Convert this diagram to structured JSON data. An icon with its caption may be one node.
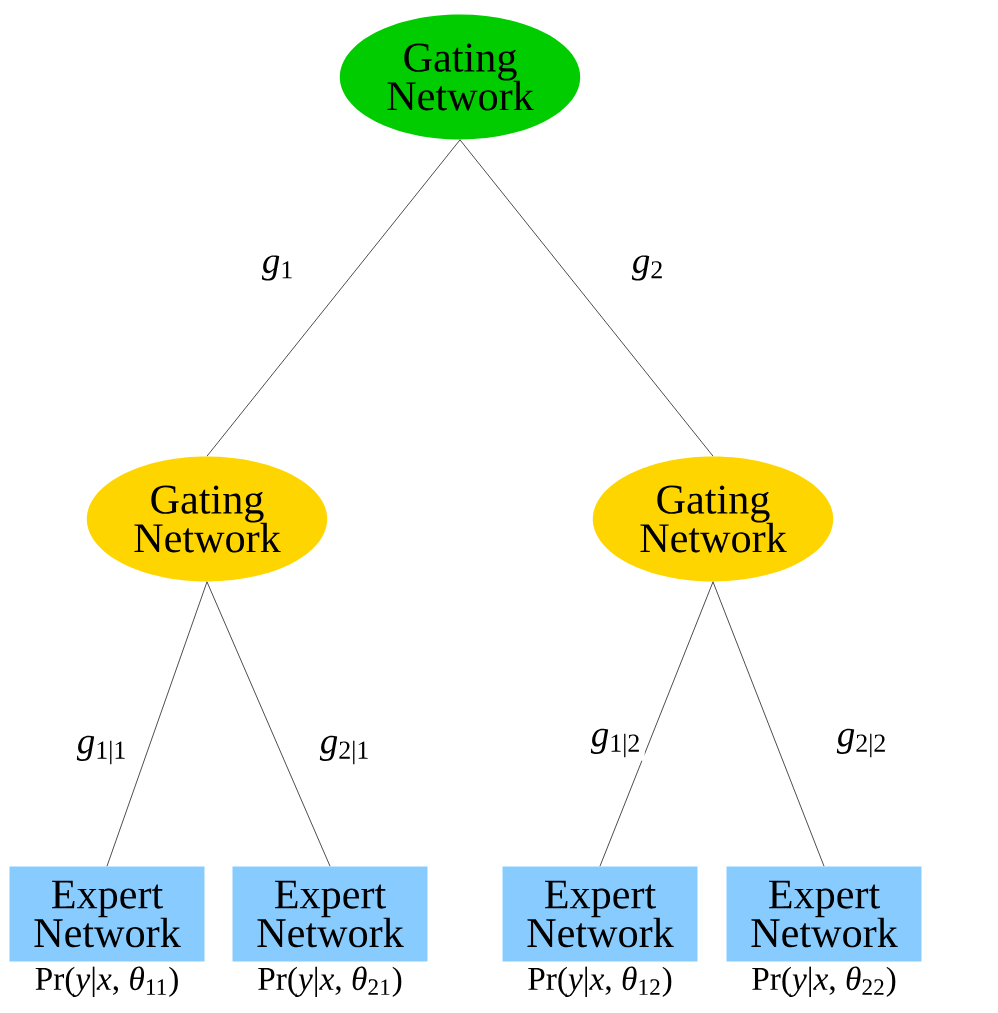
{
  "diagram": {
    "nodes": [
      {
        "text": [
          "Gating Network"
        ]
      },
      {
        "text": [
          "Gating Network"
        ]
      },
      {
        "text": [
          "Gating Network"
        ]
      },
      {
        "text": [
          "Expert Network"
        ],
        "beside": [
          "Pr(*y*|*x*, *θ*$_{11}$)"
        ]
      },
      {
        "text": [
          "Expert Network"
        ],
        "beside": [
          "Pr(*y*|*x*, *θ*$_{21}$)"
        ]
      },
      {
        "text": [
          "Expert Network"
        ],
        "beside": [
          "Pr(*y*|*x*, *θ*$_{12}$)"
        ]
      },
      {
        "text": [
          "Expert Network"
        ],
        "beside": [
          "Pr(*y*|*x*, *θ*$_{22}$)"
        ]
      }
    ],
    "edges": [
      {
        "from": 0,
        "to": 1,
        "arrow": "none",
        "label": "*g*$_{1}$"
      },
      {
        "from": 0,
        "to": 2,
        "arrow": "none",
        "label": "*g*$_{2}$"
      },
      {
        "from": 1,
        "to": 3,
        "arrow": "none",
        "label": "*g*$_{1|1}$"
      },
      {
        "from": 1,
        "to": 4,
        "arrow": "none",
        "label": "*g*$_{2|1}$"
      },
      {
        "from": 2,
        "to": 5,
        "arrow": "none",
        "label": "*g*$_{1|2}$"
      },
      {
        "from": 2,
        "to": 6,
        "arrow": "none",
        "label": "*g*$_{2|2}$"
      }
    ]
  }
}
